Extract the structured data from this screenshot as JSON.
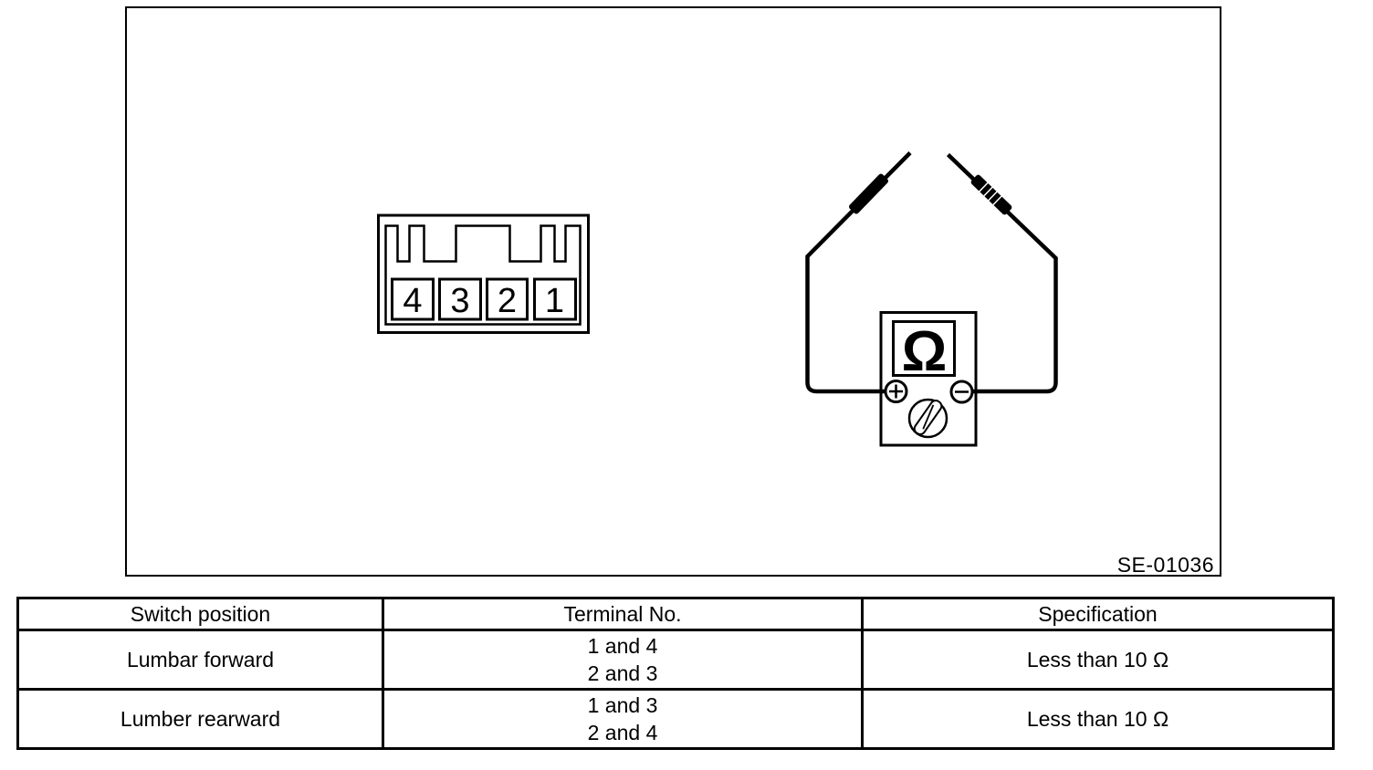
{
  "colors": {
    "line": "#000000",
    "background": "#ffffff"
  },
  "figure": {
    "code_label": "SE-01036",
    "connector": {
      "terminals": [
        "4",
        "3",
        "2",
        "1"
      ]
    },
    "meter": {
      "display_symbol": "Ω",
      "plus_symbol": "+",
      "minus_symbol": "−"
    }
  },
  "table": {
    "headers": [
      "Switch position",
      "Terminal No.",
      "Specification"
    ],
    "rows": [
      {
        "switch_position": "Lumbar forward",
        "terminal_no": [
          "1 and 4",
          "2 and 3"
        ],
        "specification": "Less than 10 Ω"
      },
      {
        "switch_position": "Lumber rearward",
        "terminal_no": [
          "1 and 3",
          "2 and 4"
        ],
        "specification": "Less than 10 Ω"
      }
    ]
  }
}
